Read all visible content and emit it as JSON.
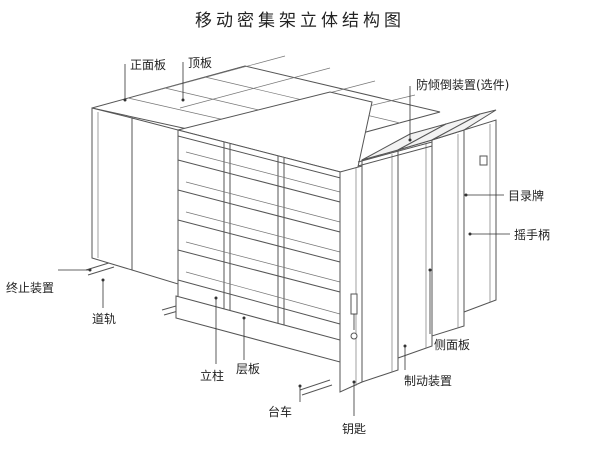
{
  "diagram": {
    "title": "移动密集架立体结构图",
    "labels": {
      "front_panel": "正面板",
      "top_panel": "顶板",
      "anti_tip": "防倾倒装置(选件)",
      "catalog_card": "目录牌",
      "hand_crank": "摇手柄",
      "end_stop": "终止装置",
      "track": "道轨",
      "side_panel": "侧面板",
      "column": "立柱",
      "shelf": "层板",
      "brake": "制动装置",
      "carriage": "台车",
      "key": "钥匙"
    }
  }
}
